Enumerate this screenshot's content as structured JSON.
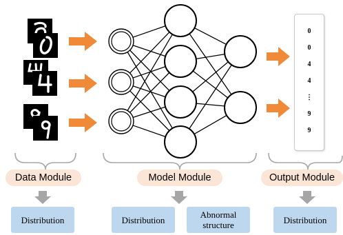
{
  "modules": {
    "data": "Data Module",
    "model": "Model Module",
    "output": "Output Module"
  },
  "boxes": {
    "data_distribution": "Distribution",
    "model_distribution": "Distribution",
    "model_abnormal": "Abnormal\nstructure",
    "output_distribution": "Distribution"
  },
  "output_values": [
    "0",
    "0",
    "4",
    "4",
    "⋮",
    "9",
    "9"
  ],
  "colors": {
    "arrow_orange": "#f08a38",
    "arrow_grey": "#a6a6a6",
    "pill_fill": "#fbe5d6",
    "box_fill": "#bdd7ee"
  }
}
